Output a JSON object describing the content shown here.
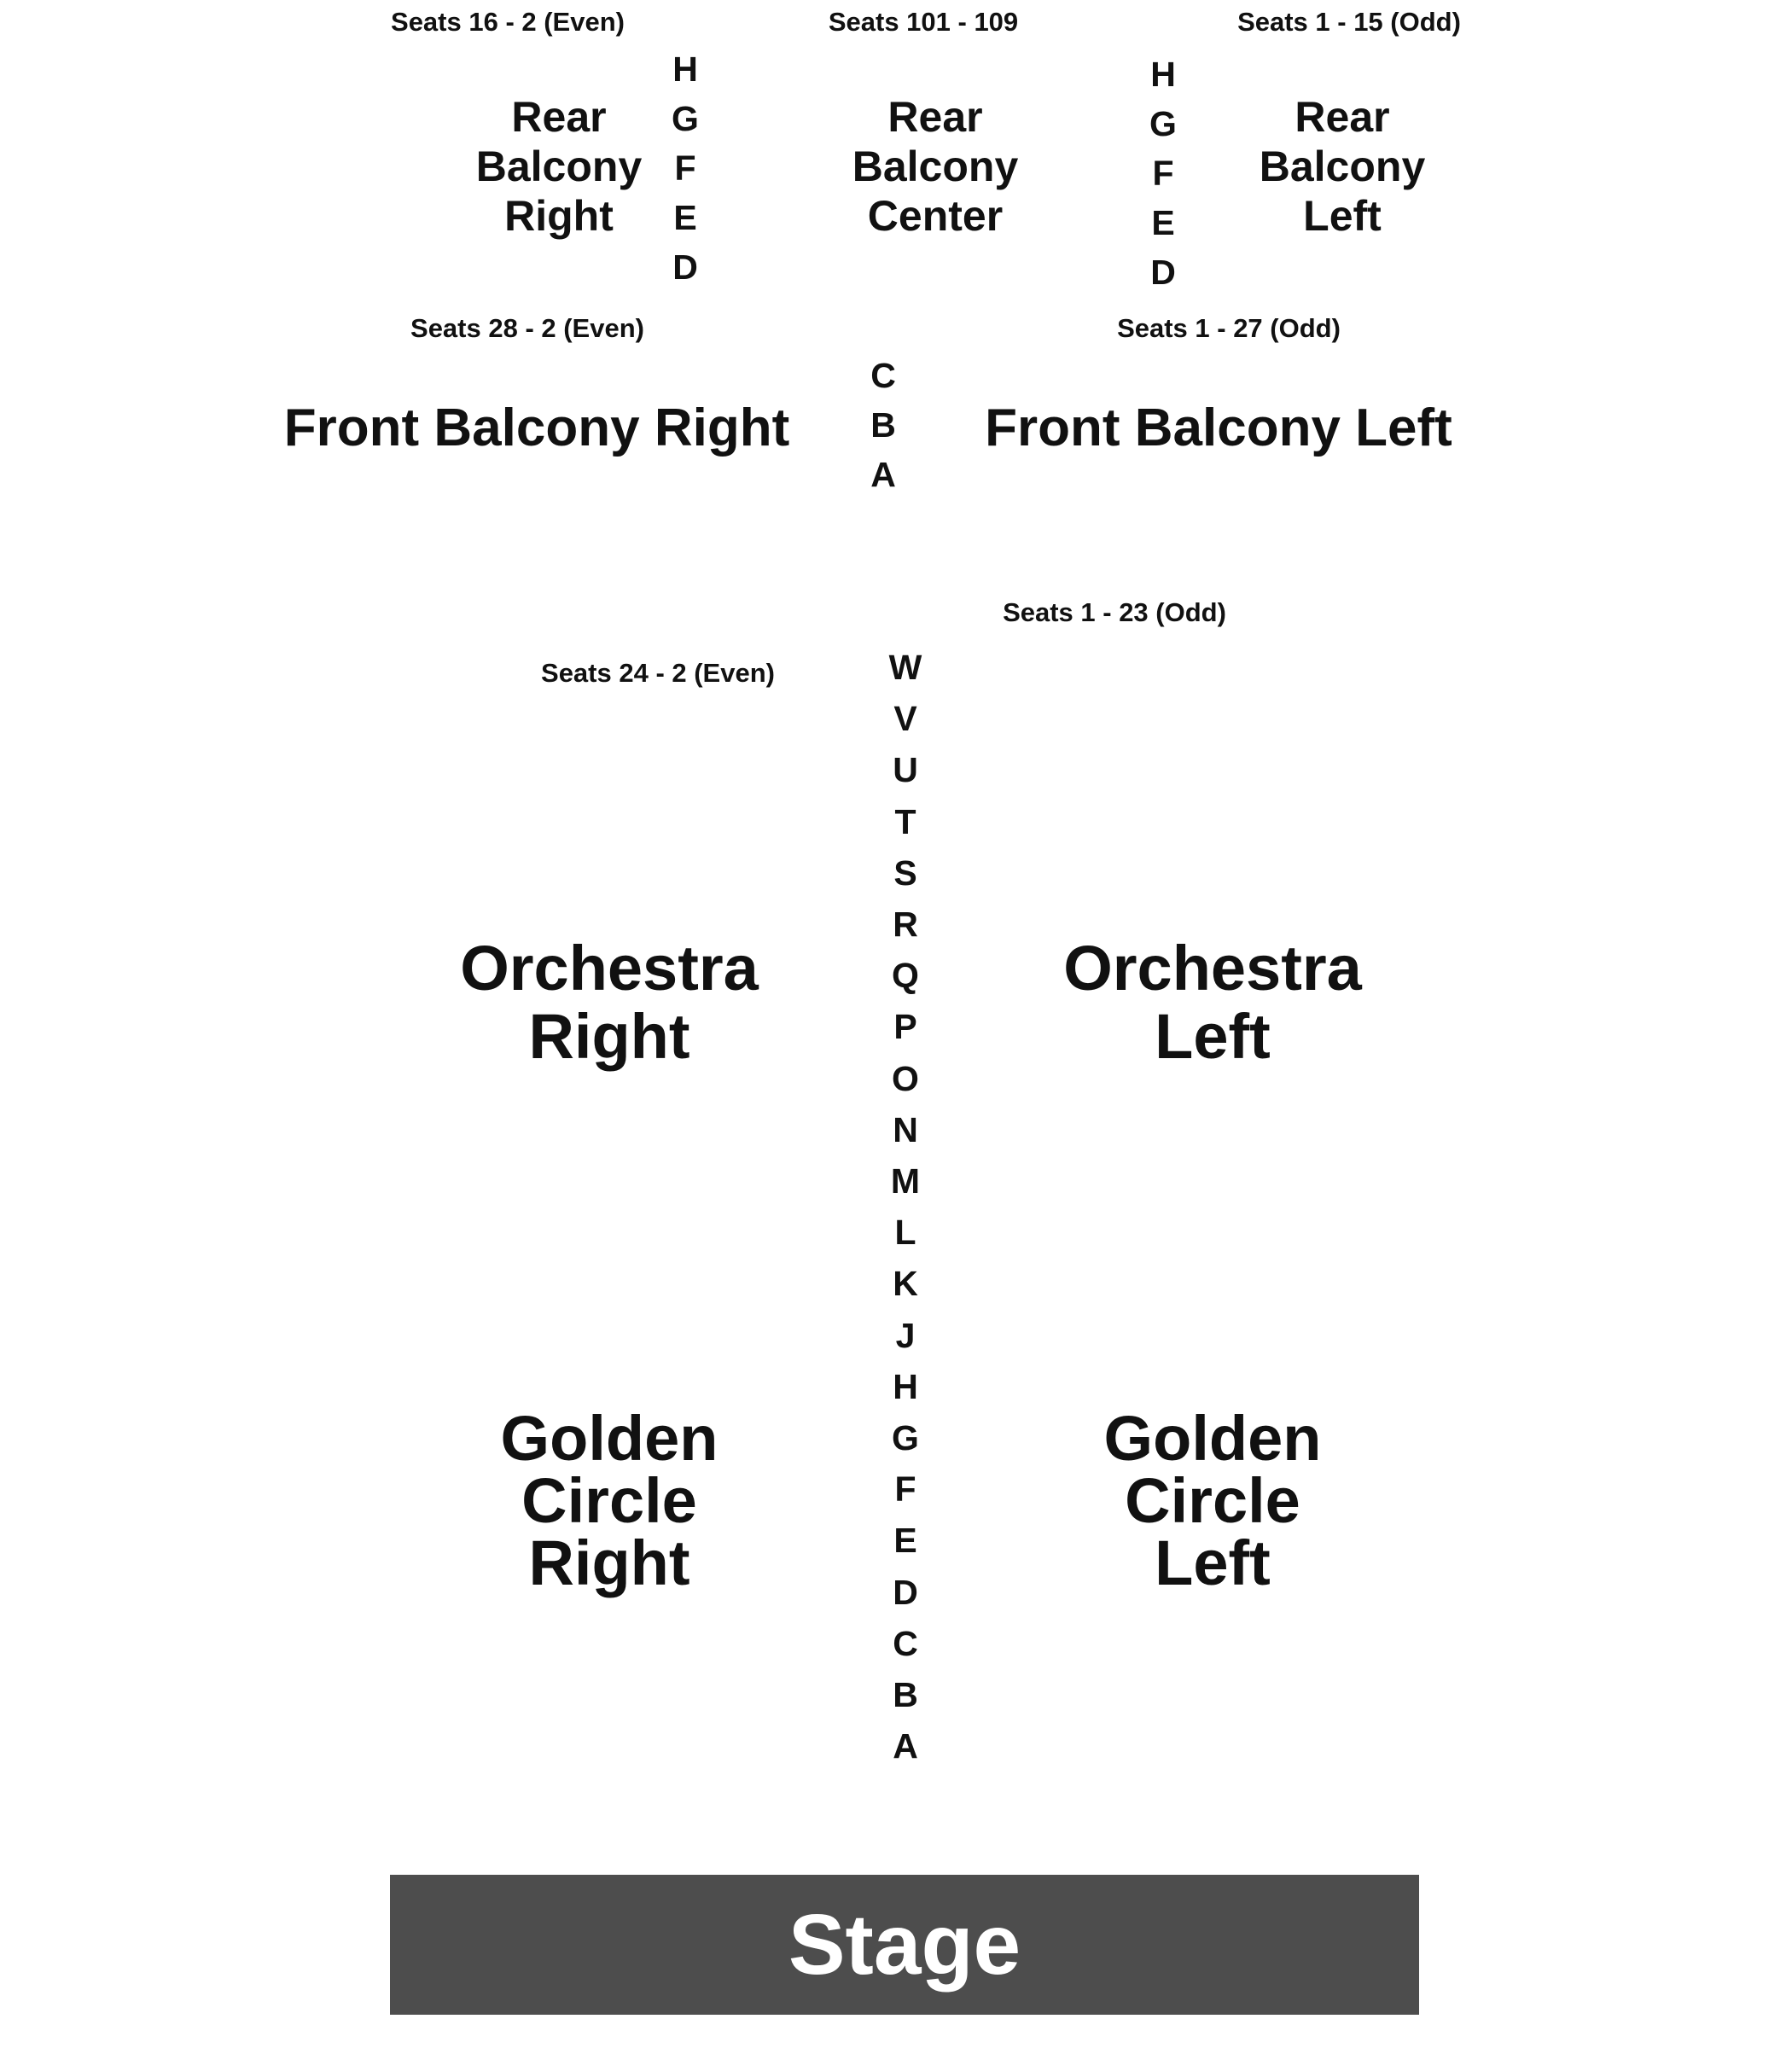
{
  "seat_notes": {
    "rear_right": "Seats 16 - 2 (Even)",
    "rear_center": "Seats 101 - 109",
    "rear_left": "Seats 1 - 15 (Odd)",
    "front_right": "Seats 28 - 2 (Even)",
    "front_left": "Seats 1 - 27 (Odd)",
    "orchestra_left": "Seats 1 - 23 (Odd)",
    "orchestra_right": "Seats 24 - 2 (Even)"
  },
  "sections": {
    "rear_balcony_right": [
      "Rear",
      "Balcony",
      "Right"
    ],
    "rear_balcony_center": [
      "Rear",
      "Balcony",
      "Center"
    ],
    "rear_balcony_left": [
      "Rear",
      "Balcony",
      "Left"
    ],
    "front_balcony_right": "Front Balcony Right",
    "front_balcony_left": "Front Balcony Left",
    "orchestra_right": [
      "Orchestra",
      "Right"
    ],
    "orchestra_left": [
      "Orchestra",
      "Left"
    ],
    "golden_circle_right": [
      "Golden",
      "Circle",
      "Right"
    ],
    "golden_circle_left": [
      "Golden",
      "Circle",
      "Left"
    ]
  },
  "rows": {
    "rear_right": [
      "H",
      "G",
      "F",
      "E",
      "D"
    ],
    "rear_left": [
      "H",
      "G",
      "F",
      "E",
      "D"
    ],
    "front_balcony": [
      "C",
      "B",
      "A"
    ],
    "orchestra": [
      "W",
      "V",
      "U",
      "T",
      "S",
      "R",
      "Q",
      "P",
      "O",
      "N",
      "M",
      "L",
      "K",
      "J",
      "H",
      "G",
      "F",
      "E",
      "D",
      "C",
      "B",
      "A"
    ]
  },
  "stage": {
    "label": "Stage",
    "color": "#4d4d4d"
  }
}
